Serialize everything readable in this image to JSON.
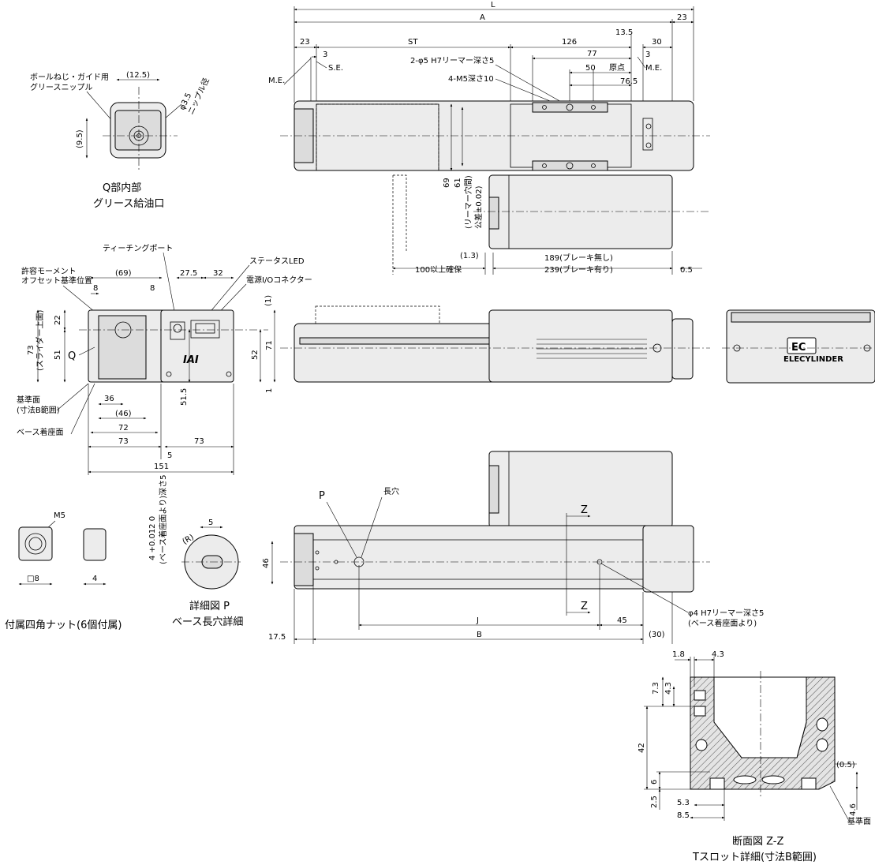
{
  "top_view": {
    "dims": {
      "L": "L",
      "A": "A",
      "d23_right": "23",
      "d23_left": "23",
      "d3_left": "3",
      "ST": "ST",
      "d126": "126",
      "d13_5": "13.5",
      "d30": "30",
      "d3_right": "3",
      "d77": "77",
      "d50": "50",
      "d76_5": "76.5",
      "d69": "69",
      "d61": "61",
      "reamer_pitch": "(リーマー穴間)",
      "tolerance": "公差±0.02)",
      "d1_3": "(1.3)",
      "clearance": "100以上確保",
      "motor_no_brake": "189(ブレーキ無し)",
      "motor_brake": "239(ブレーキ有り)",
      "d0_5": "0.5"
    },
    "labels": {
      "me_left": "M.E.",
      "se": "S.E.",
      "me_right": "M.E.",
      "origin": "原点",
      "reamer_holes": "2-φ5 H7リーマー深さ5",
      "tapped_holes": "4-M5深さ10"
    }
  },
  "detail_q": {
    "caption_1": "Q部内部",
    "caption_2": "グリース給油口",
    "note_1": "ボールねじ・ガイド用",
    "note_2": "グリースニップル",
    "d12_5": "(12.5)",
    "d9_5": "(9.5)",
    "phi3_5": "φ3.5",
    "nipple": "ニップル径"
  },
  "end_view": {
    "teaching_port": "ティーチングポート",
    "status_led": "ステータスLED",
    "power_io": "電源I/Oコネクター",
    "moment_offset_1": "許容モーメント",
    "moment_offset_2": "オフセット基準位置",
    "d69": "(69)",
    "d8a": "8",
    "d8b": "8",
    "d27_5": "27.5",
    "d32": "32",
    "d1": "(1)",
    "d22": "22",
    "d73": "73",
    "slider_top": "(スライダー上面)",
    "d51": "51",
    "q": "Q",
    "d52": "52",
    "d71": "71",
    "d51_5": "51.5",
    "d1b": "1",
    "base_face": "基準面",
    "base_range": "(寸法B範囲)",
    "base_mount": "ベース着座面",
    "d36": "36",
    "d46": "(46)",
    "d72": "72",
    "d73b": "73",
    "d73c": "73",
    "d5": "5",
    "d151": "151",
    "logo": "IAI"
  },
  "nut": {
    "m5": "M5",
    "sq8": "□8",
    "d4": "4",
    "caption": "付属四角ナット(6個付属)"
  },
  "detail_p": {
    "caption_1": "詳細図 P",
    "caption_2": "ベース長穴詳細",
    "d5": "5",
    "r": "(R)",
    "tol": "4 +0.012 0",
    "depth": "(ベース着座面より)深さ5"
  },
  "front_view": {
    "brand": "ELECYLINDER",
    "brand_mark": "EC"
  },
  "bottom_view": {
    "p": "P",
    "long_hole": "長穴",
    "z1": "Z",
    "z2": "Z",
    "d46": "46",
    "J": "J",
    "d45": "45",
    "B": "B",
    "d17_5": "17.5",
    "d30": "(30)",
    "reamer": "φ4 H7リーマー深さ5",
    "reamer_sub": "(ベース着座面より)"
  },
  "section_zz": {
    "caption_1": "断面図 Z-Z",
    "caption_2": "Tスロット詳細(寸法B範囲)",
    "d1_8": "1.8",
    "d4_3a": "4.3",
    "d7_3": "7.3",
    "d4_3b": "4.3",
    "d42": "42",
    "d6": "6",
    "d2_5": "2.5",
    "d5_3": "5.3",
    "d8_5": "8.5",
    "d0_5": "(0.5)",
    "d4_6": "4.6",
    "base_face": "基準面"
  }
}
